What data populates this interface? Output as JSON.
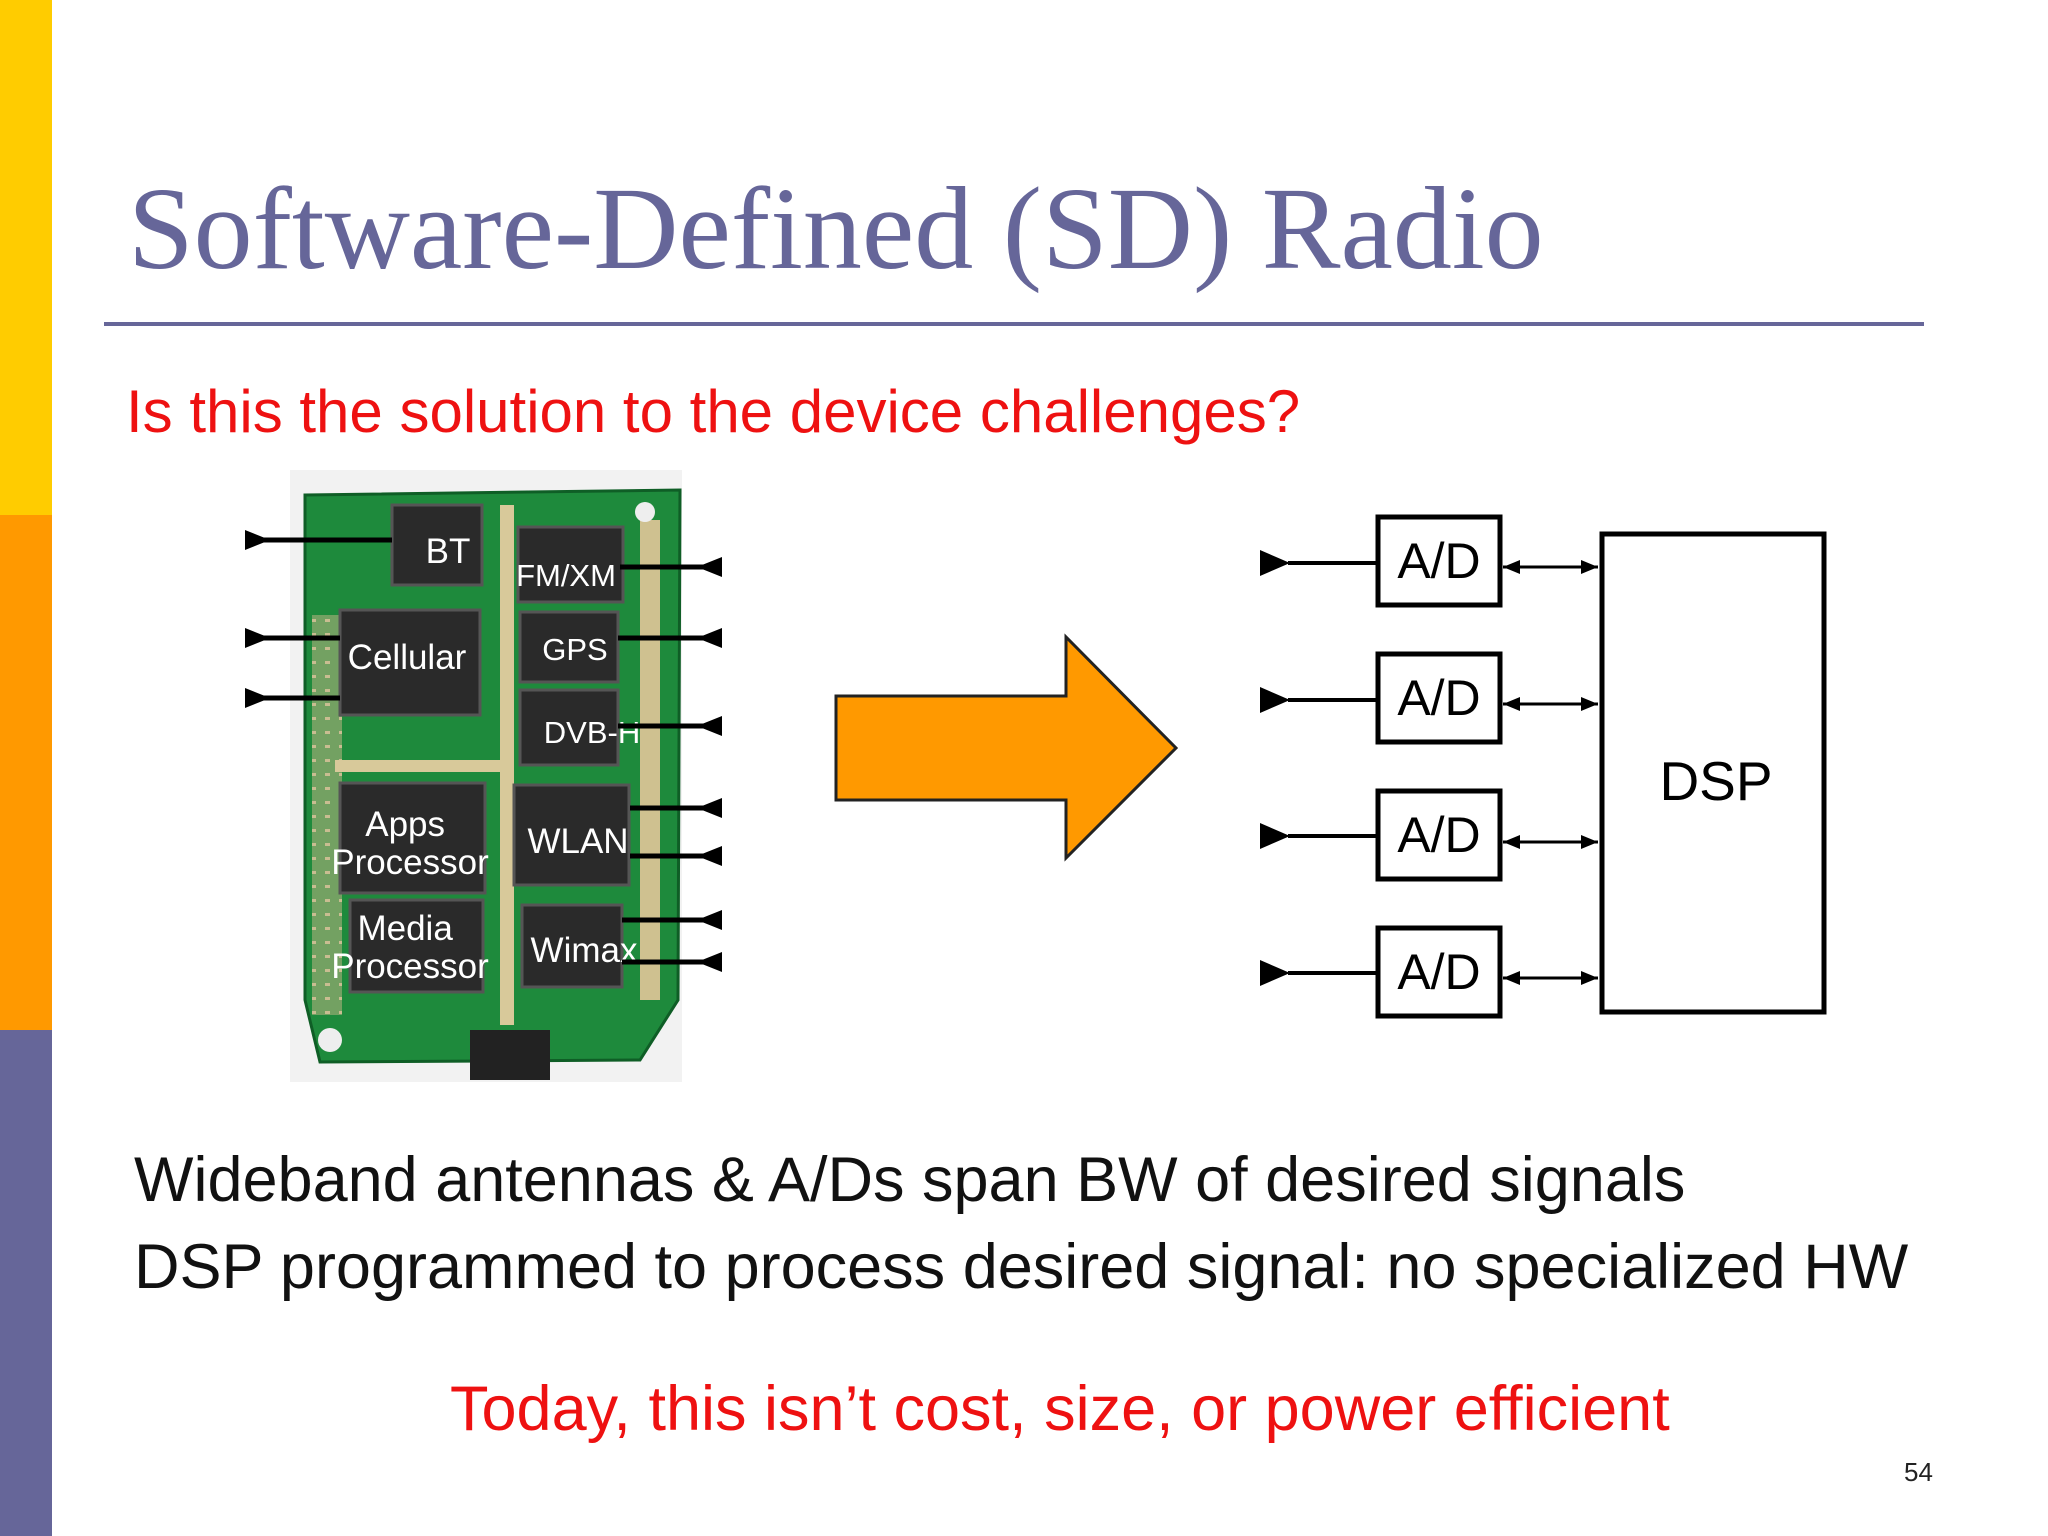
{
  "slide": {
    "title": "Software-Defined (SD) Radio",
    "question": "Is this the solution to the device challenges?",
    "bullets": [
      "Wideband antennas & A/Ds span BW of desired signals",
      "DSP programmed to process desired signal: no specialized HW"
    ],
    "conclusion": "Today, this isn’t cost, size, or power efficient",
    "page_number": "54"
  },
  "board": {
    "chips": [
      "BT",
      "FM/XM",
      "Cellular",
      "GPS",
      "DVB-H",
      "Apps Processor",
      "WLAN",
      "Media Processor",
      "Wimax"
    ]
  },
  "diagram": {
    "adc_label": "A/D",
    "dsp_label": "DSP"
  },
  "colors": {
    "sidebar_yellow": "#ffcc00",
    "sidebar_orange": "#ff9900",
    "sidebar_purple": "#666699",
    "title": "#666699",
    "accent_red": "#ee1111",
    "arrow_fill": "#ff9900",
    "pcb_green": "#1e8a3c"
  }
}
